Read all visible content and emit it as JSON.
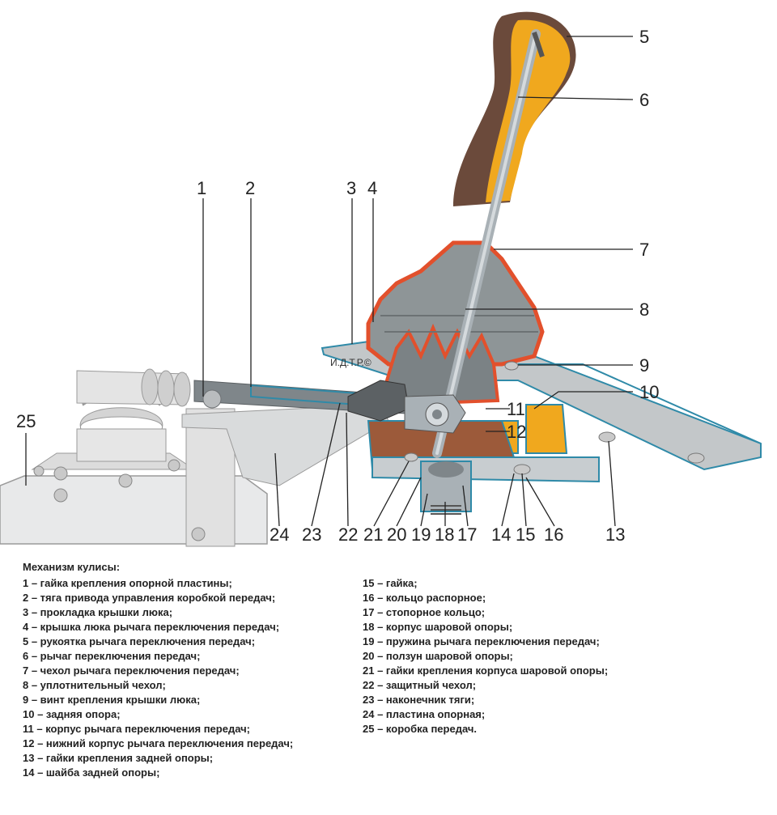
{
  "watermark": "И.Д.Т.Р.©",
  "callouts": [
    "1",
    "2",
    "3",
    "4",
    "5",
    "6",
    "7",
    "8",
    "9",
    "10",
    "11",
    "12",
    "13",
    "14",
    "15",
    "16",
    "17",
    "18",
    "19",
    "20",
    "21",
    "22",
    "23",
    "24",
    "25"
  ],
  "legend": {
    "title": "Механизм кулисы:",
    "left": [
      "1 – гайка крепления опорной пластины;",
      "2 – тяга привода управления коробкой передач;",
      "3 – прокладка крышки люка;",
      "4 – крышка люка рычага переключения передач;",
      "5 – рукоятка рычага переключения передач;",
      "6 – рычаг переключения передач;",
      "7 – чехол рычага переключения передач;",
      "8 – уплотнительный чехол;",
      "9 – винт крепления крышки люка;",
      "10 – задняя опора;",
      "11 – корпус рычага переключения передач;",
      "12 – нижний корпус рычага переключения передач;",
      "13 – гайки крепления задней опоры;",
      "14 – шайба задней опоры;"
    ],
    "right": [
      "15 – гайка;",
      "16 – кольцо распорное;",
      "17 – стопорное кольцо;",
      "18 – корпус шаровой опоры;",
      "19 – пружина рычага переключения передач;",
      "20 – ползун шаровой опоры;",
      "21 – гайки крепления корпуса шаровой опоры;",
      "22 – защитный чехол;",
      "23 – наконечник тяги;",
      "24 – пластина опорная;",
      "25 – коробка передач."
    ]
  },
  "colors": {
    "handle": "#f0a81e",
    "boot": "#e2502c",
    "metal": "#a9b1b6",
    "housing": "#9c5a3a",
    "outline": "#2f8aa8"
  }
}
